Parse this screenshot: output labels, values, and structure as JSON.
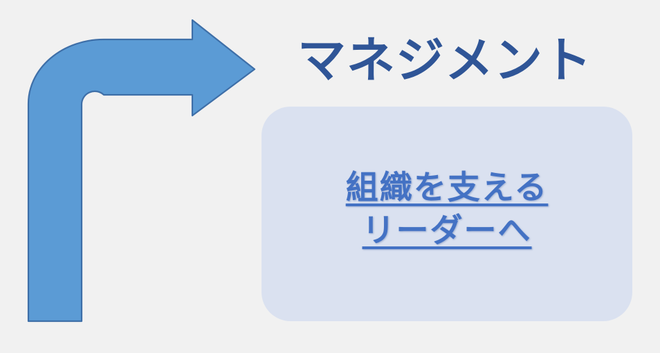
{
  "slide": {
    "background_color": "#f1f1f1",
    "title": "マネジメント",
    "title_color": "#2f5597"
  },
  "arrow": {
    "name": "curved-right-arrow",
    "fill_color": "#5b9bd5",
    "outline_color": "#3e6fa8",
    "direction": "up-then-right"
  },
  "callout": {
    "background_color": "#dae1f0",
    "text_color": "#4472c4",
    "lines": [
      "組織を支える",
      "リーダーへ"
    ]
  }
}
